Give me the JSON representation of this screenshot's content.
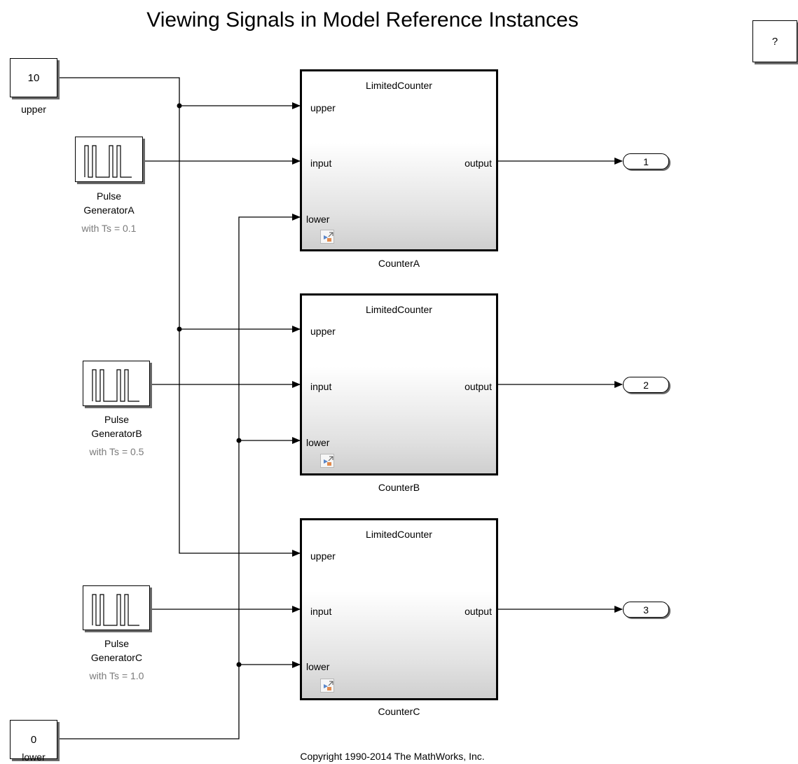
{
  "title": "Viewing Signals in Model Reference Instances",
  "help_button": "?",
  "copyright": "Copyright 1990-2014 The MathWorks, Inc.",
  "constants": {
    "upper": {
      "value": "10",
      "label": "upper"
    },
    "lower": {
      "value": "0",
      "label": "lower"
    }
  },
  "pulse_generators": [
    {
      "line1": "Pulse",
      "line2": "GeneratorA",
      "note": "with Ts = 0.1"
    },
    {
      "line1": "Pulse",
      "line2": "GeneratorB",
      "note": "with Ts = 0.5"
    },
    {
      "line1": "Pulse",
      "line2": "GeneratorC",
      "note": "with Ts = 1.0"
    }
  ],
  "counters": [
    {
      "model": "LimitedCounter",
      "name": "CounterA",
      "in_upper": "upper",
      "in_input": "input",
      "in_lower": "lower",
      "out": "output"
    },
    {
      "model": "LimitedCounter",
      "name": "CounterB",
      "in_upper": "upper",
      "in_input": "input",
      "in_lower": "lower",
      "out": "output"
    },
    {
      "model": "LimitedCounter",
      "name": "CounterC",
      "in_upper": "upper",
      "in_input": "input",
      "in_lower": "lower",
      "out": "output"
    }
  ],
  "outports": [
    "1",
    "2",
    "3"
  ],
  "colors": {
    "line": "#000000",
    "note": "#7a7a7a",
    "shadow": "#6a6a6a"
  }
}
